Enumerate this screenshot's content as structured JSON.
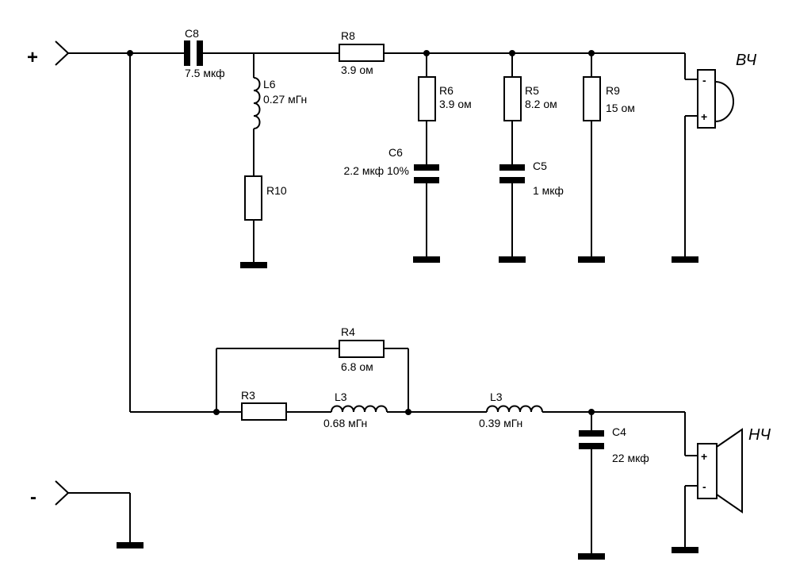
{
  "terminals": {
    "plus": "+",
    "minus": "-"
  },
  "speakers": {
    "tweeter": {
      "label": "ВЧ",
      "neg": "-",
      "pos": "+"
    },
    "woofer": {
      "label": "НЧ",
      "pos": "+",
      "neg": "-"
    }
  },
  "components": {
    "c8": {
      "ref": "C8",
      "value": "7.5 мкф"
    },
    "r8": {
      "ref": "R8",
      "value": "3.9 ом"
    },
    "l6": {
      "ref": "L6",
      "value": "0.27 мГн"
    },
    "r10": {
      "ref": "R10"
    },
    "r6": {
      "ref": "R6",
      "value": "3.9 ом"
    },
    "r5": {
      "ref": "R5",
      "value": "8.2 ом"
    },
    "r9": {
      "ref": "R9",
      "value": "15 ом"
    },
    "c6": {
      "ref": "C6",
      "value": "2.2 мкф 10%"
    },
    "c5": {
      "ref": "C5",
      "value": "1 мкф"
    },
    "r4": {
      "ref": "R4",
      "value": "6.8 ом"
    },
    "r3": {
      "ref": "R3"
    },
    "l3a": {
      "ref": "L3",
      "value": "0.68 мГн"
    },
    "l3b": {
      "ref": "L3",
      "value": "0.39 мГн"
    },
    "c4": {
      "ref": "C4",
      "value": "22 мкф"
    }
  }
}
